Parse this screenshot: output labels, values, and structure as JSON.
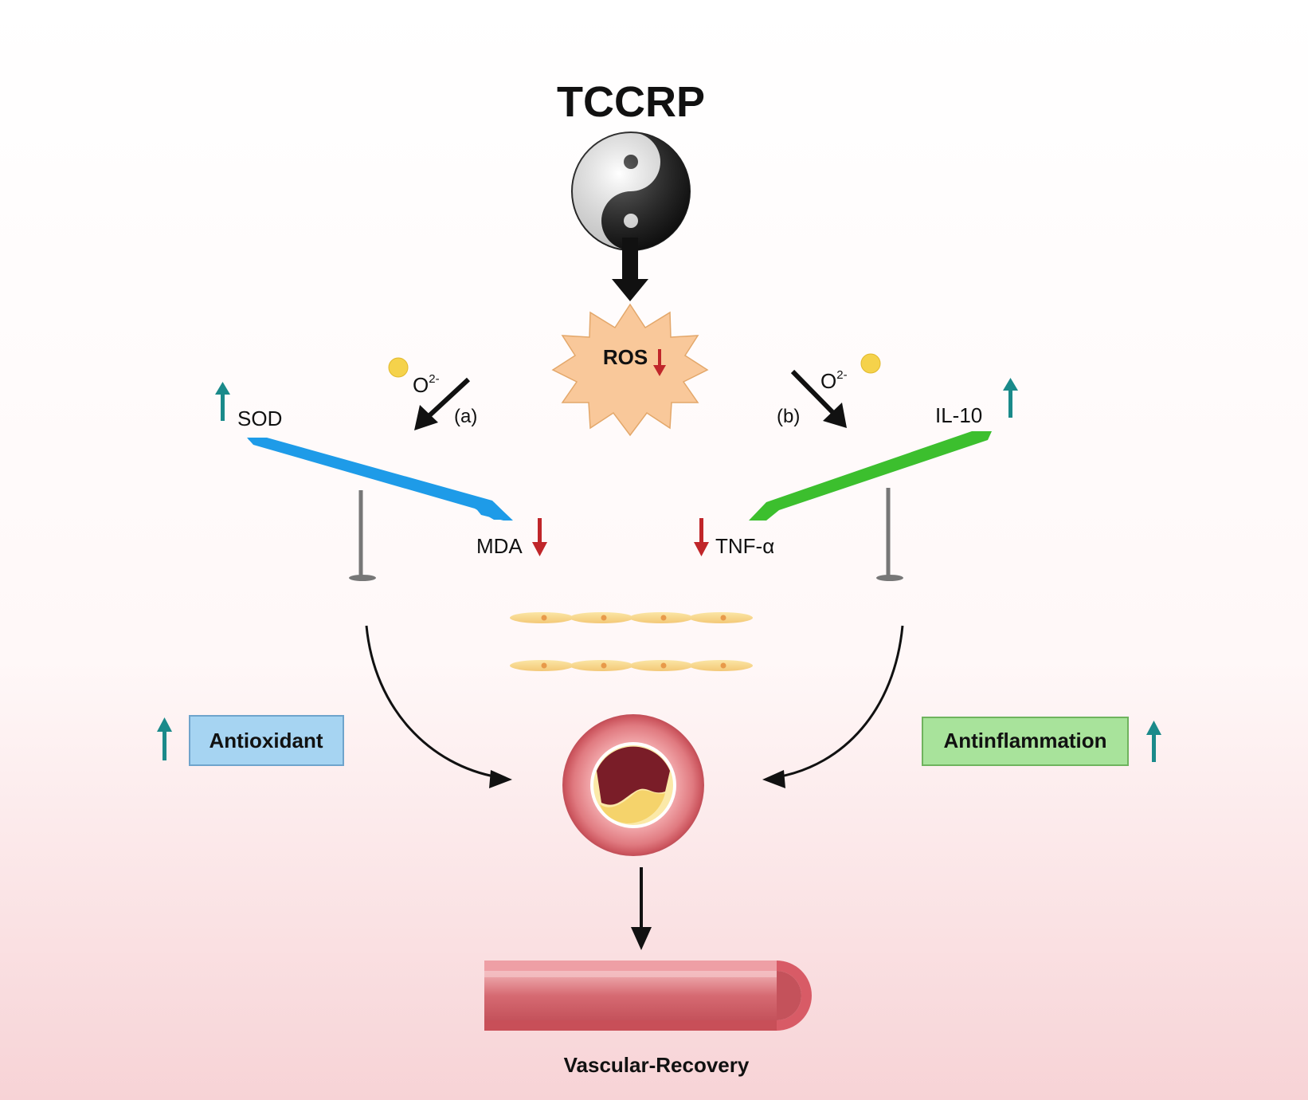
{
  "title": "TCCRP",
  "ros": {
    "label": "ROS"
  },
  "left_branch": {
    "oxygen": {
      "base": "O",
      "sup": "2-"
    },
    "path_label": "(a)",
    "top_marker": "SOD",
    "bottom_marker": "MDA",
    "effect": "Antioxidant"
  },
  "right_branch": {
    "oxygen": {
      "base": "O",
      "sup": "2-"
    },
    "path_label": "(b)",
    "top_marker": "IL-10",
    "bottom_marker": "TNF-α",
    "effect": "Antinflammation"
  },
  "outcome": "Vascular-Recovery",
  "colors": {
    "up_arrow": "#1a8a8a",
    "down_arrow": "#c0262a",
    "left_beam": "#1e9be8",
    "right_beam": "#3cbf2e",
    "antioxidant_box": "#a6d4f2",
    "antinflammation_box": "#a8e39b",
    "ros_burst": "#f9c89a",
    "vessel": "#e07a80"
  }
}
